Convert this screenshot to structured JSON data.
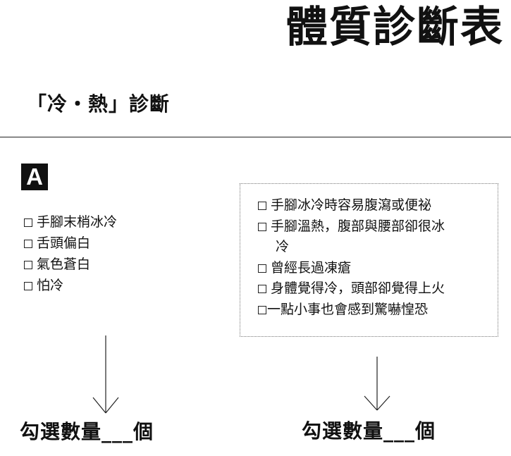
{
  "header": {
    "title": "體質診斷表"
  },
  "section": {
    "heading": "「冷・熱」診斷"
  },
  "group_a": {
    "badge": "A",
    "items": [
      "手腳末梢冰冷",
      "舌頭偏白",
      "氣色蒼白",
      "怕冷"
    ],
    "count_prefix": "勾選數量",
    "count_blank": "___",
    "count_suffix": "個"
  },
  "group_b": {
    "items": [
      "手腳冰冷時容易腹瀉或便祕",
      "手腳溫熱，腹部與腰部卻很冰",
      "冷",
      "曾經長過凍瘡",
      "身體覺得冷，頭部卻覺得上火",
      "一點小事也會感到驚嚇惶恐"
    ],
    "count_prefix": "勾選數量",
    "count_blank": "___",
    "count_suffix": "個"
  }
}
